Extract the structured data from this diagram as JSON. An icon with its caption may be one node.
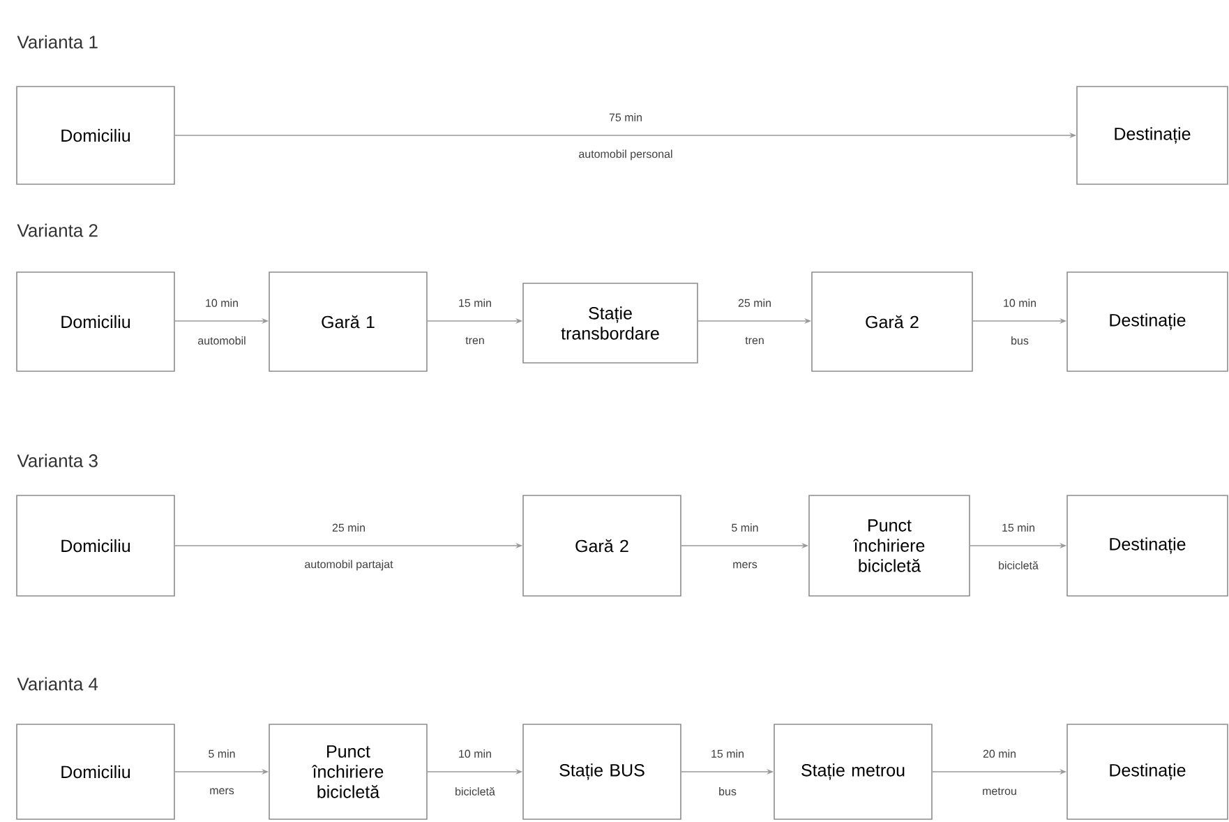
{
  "diagram": {
    "nodes": [
      {
        "text": [
          "Domiciliu"
        ]
      },
      {
        "text": [
          "Destinație"
        ]
      },
      {
        "text": [
          "Domiciliu"
        ]
      },
      {
        "text": [
          "Gară 1"
        ]
      },
      {
        "text": [
          "Stație transbordare"
        ]
      },
      {
        "text": [
          "Gară 2"
        ]
      },
      {
        "text": [
          "Destinație"
        ]
      },
      {
        "text": [
          "Domiciliu"
        ]
      },
      {
        "text": [
          "Gară 2"
        ]
      },
      {
        "text": [
          "Punct închiriere bicicletă"
        ]
      },
      {
        "text": [
          "Destinație"
        ]
      },
      {
        "text": [
          "Domiciliu"
        ]
      },
      {
        "text": [
          "Punct închiriere bicicletă"
        ]
      },
      {
        "text": [
          "Stație BUS"
        ]
      },
      {
        "text": [
          "Stație metrou"
        ]
      },
      {
        "text": [
          "Destinație"
        ]
      }
    ],
    "edges": [
      {
        "from": 0,
        "to": 1,
        "arrow": "to",
        "label": "75 min"
      },
      {
        "from": 2,
        "to": 3,
        "arrow": "to",
        "label": "10 min"
      },
      {
        "from": 3,
        "to": 4,
        "arrow": "to",
        "label": "15 min"
      },
      {
        "from": 4,
        "to": 5,
        "arrow": "to",
        "label": "25 min"
      },
      {
        "from": 5,
        "to": 6,
        "arrow": "to",
        "label": "10 min"
      },
      {
        "from": 7,
        "to": 8,
        "arrow": "to",
        "label": "25 min"
      },
      {
        "from": 8,
        "to": 9,
        "arrow": "to",
        "label": "5 min"
      },
      {
        "from": 9,
        "to": 10,
        "arrow": "to",
        "label": "15 min"
      },
      {
        "from": 11,
        "to": 12,
        "arrow": "to",
        "label": "5 min"
      },
      {
        "from": 12,
        "to": 13,
        "arrow": "to",
        "label": "10 min"
      },
      {
        "from": 13,
        "to": 14,
        "arrow": "to",
        "label": "15 min"
      },
      {
        "from": 14,
        "to": 15,
        "arrow": "to",
        "label": "20 min"
      }
    ],
    "labels": [
      "Varianta 1",
      "automobil personal",
      "Varianta 2",
      "automobil",
      "tren",
      "tren",
      "bus",
      "Varianta 3",
      "automobil partajat",
      "mers",
      "bicicletă",
      "Varianta 4",
      "mers",
      "bicicletă",
      "bus",
      "metrou"
    ]
  }
}
